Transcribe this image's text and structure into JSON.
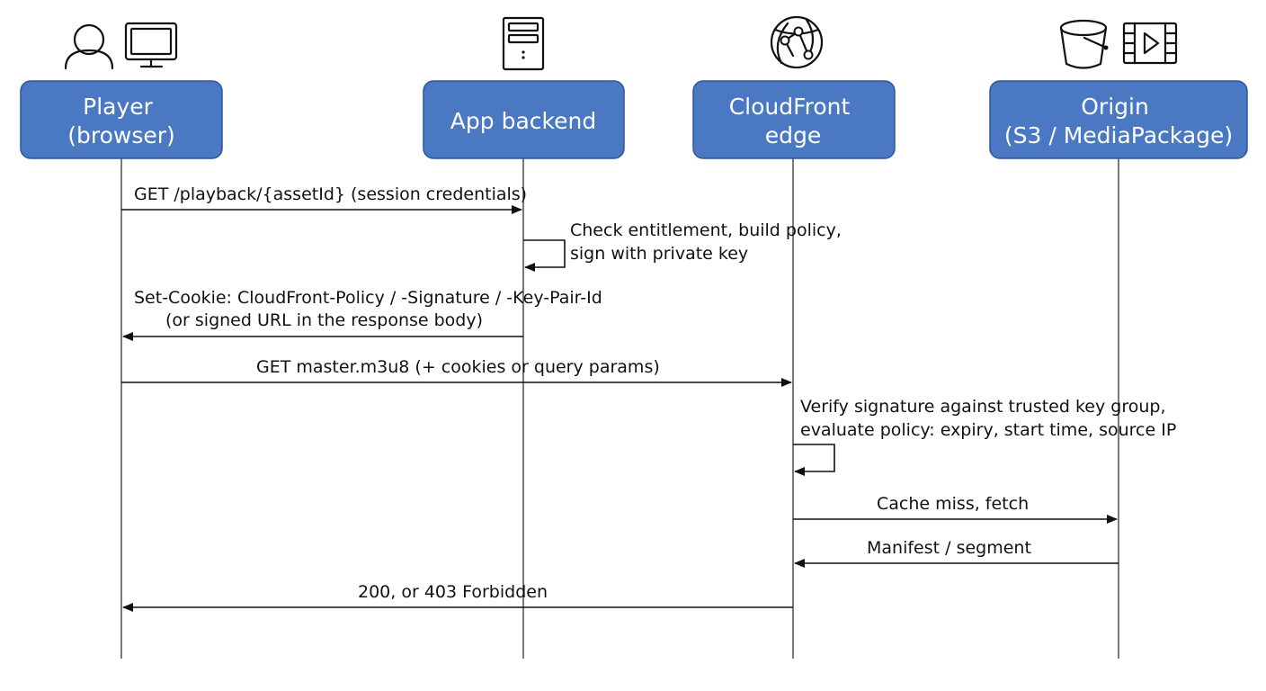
{
  "participants": [
    {
      "id": "player",
      "lines": [
        "Player",
        "(browser)"
      ],
      "icons": [
        "user-icon",
        "monitor-icon"
      ]
    },
    {
      "id": "backend",
      "lines": [
        "App backend"
      ],
      "icons": [
        "server-icon"
      ]
    },
    {
      "id": "cloudfront",
      "lines": [
        "CloudFront",
        "edge"
      ],
      "icons": [
        "cloudfront-globe-icon"
      ]
    },
    {
      "id": "origin",
      "lines": [
        "Origin",
        "(S3 / MediaPackage)"
      ],
      "icons": [
        "s3-bucket-icon",
        "video-film-icon"
      ]
    }
  ],
  "messages": [
    {
      "id": "get-playback",
      "from": "player",
      "to": "backend",
      "lines": [
        "GET /playback/{assetId} (session credentials)"
      ]
    },
    {
      "id": "check-entitlement",
      "from": "backend",
      "to": "backend",
      "lines": [
        "Check entitlement, build policy,",
        "sign with private key"
      ]
    },
    {
      "id": "set-cookie",
      "from": "backend",
      "to": "player",
      "lines": [
        "Set-Cookie: CloudFront-Policy / -Signature / -Key-Pair-Id",
        "(or signed URL in the response body)"
      ]
    },
    {
      "id": "get-manifest",
      "from": "player",
      "to": "cloudfront",
      "lines": [
        "GET master.m3u8 (+ cookies or query params)"
      ]
    },
    {
      "id": "verify-signature",
      "from": "cloudfront",
      "to": "cloudfront",
      "lines": [
        "Verify signature against trusted key group,",
        "evaluate policy: expiry, start time, source IP"
      ]
    },
    {
      "id": "cache-miss",
      "from": "cloudfront",
      "to": "origin",
      "lines": [
        "Cache miss, fetch"
      ]
    },
    {
      "id": "manifest-segment",
      "from": "origin",
      "to": "cloudfront",
      "lines": [
        "Manifest / segment"
      ]
    },
    {
      "id": "response-status",
      "from": "cloudfront",
      "to": "player",
      "lines": [
        "200, or 403 Forbidden"
      ]
    }
  ],
  "colors": {
    "box_fill": "#4a78c2",
    "box_border": "#2f5597",
    "box_text": "#ffffff",
    "line": "#111111"
  }
}
